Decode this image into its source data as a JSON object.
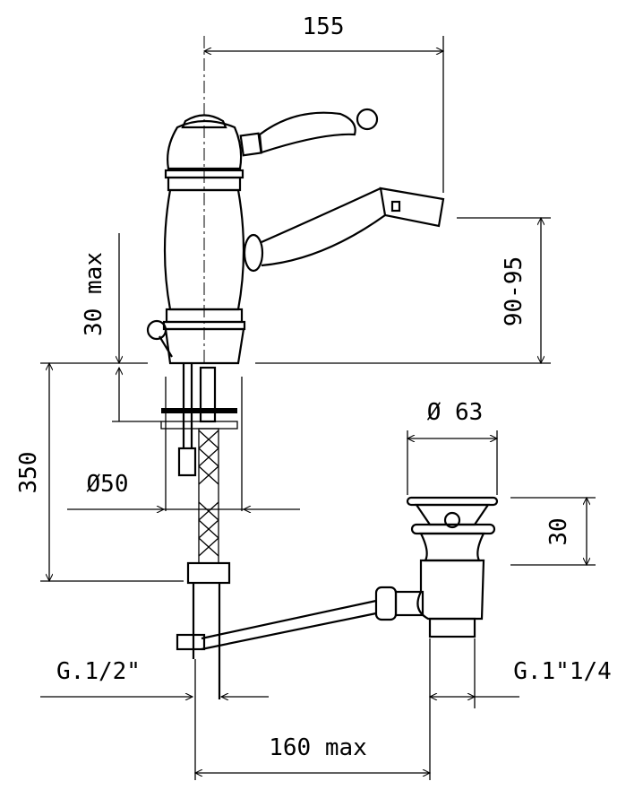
{
  "dimensions": {
    "overall_width": "155",
    "spout_height": "90-95",
    "deck_thickness": "30 max",
    "shank_length": "350",
    "hole_diameter": "Ø50",
    "drain_diameter": "Ø 63",
    "drain_height": "30",
    "inlet_thread": "G.1/2\"",
    "drain_thread": "G.1\"1/4",
    "rod_length": "160 max"
  }
}
